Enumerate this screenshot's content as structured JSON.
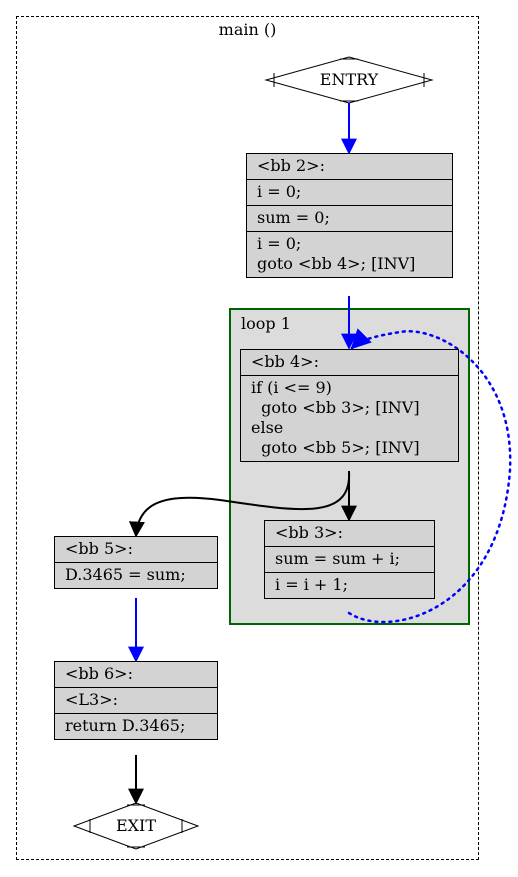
{
  "graph": {
    "title": "main ()",
    "loop_label": "loop 1",
    "entry_label": "ENTRY",
    "exit_label": "EXIT",
    "blocks": {
      "bb2": [
        "<bb 2>:",
        "i = 0;",
        "sum = 0;",
        "i = 0;\ngoto <bb 4>; [INV]"
      ],
      "bb4": [
        "<bb 4>:",
        "if (i <= 9)\n  goto <bb 3>; [INV]\nelse\n  goto <bb 5>; [INV]"
      ],
      "bb3": [
        "<bb 3>:",
        "sum = sum + i;",
        "i = i + 1;"
      ],
      "bb5": [
        "<bb 5>:",
        "D.3465 = sum;"
      ],
      "bb6": [
        "<bb 6>:",
        "<L3>:",
        "return D.3465;"
      ]
    },
    "edge_colors": {
      "fallthrough": "#0000ff",
      "normal": "#000000",
      "back_edge": "#0000ff",
      "loop_border": "#006400"
    }
  }
}
